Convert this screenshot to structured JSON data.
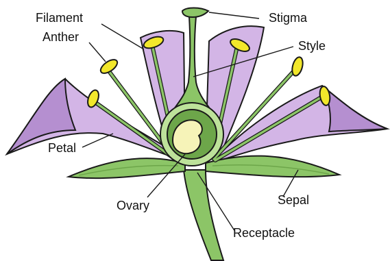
{
  "colors": {
    "petal": "#d3b5e6",
    "petal_shade": "#b58fd0",
    "green": "#8cc567",
    "green_dark": "#6da64a",
    "green_light": "#bde29a",
    "ovary_inner": "#f6f3b8",
    "anther": "#f2e72b",
    "outline": "#1a1a1a"
  },
  "labels": {
    "filament": "Filament",
    "anther": "Anther",
    "stigma": "Stigma",
    "style": "Style",
    "petal": "Petal",
    "sepal": "Sepal",
    "ovary": "Ovary",
    "receptacle": "Receptacle"
  }
}
